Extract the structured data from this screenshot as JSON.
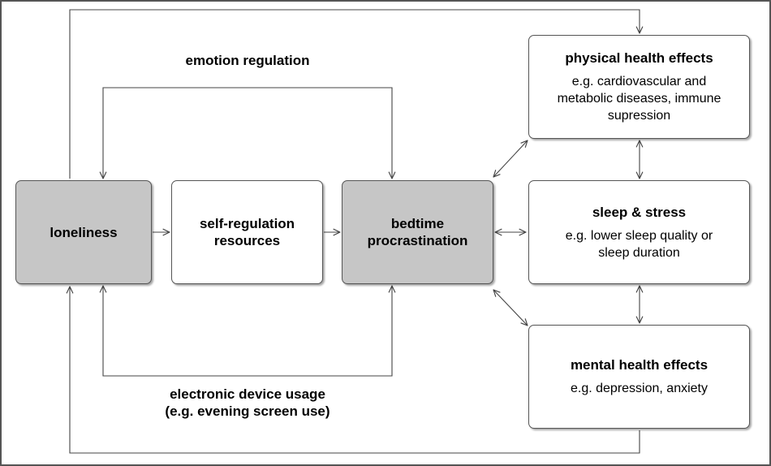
{
  "nodes": {
    "loneliness": {
      "title": "loneliness"
    },
    "self_regulation": {
      "title": "self-regulation\nresources"
    },
    "bedtime": {
      "title": "bedtime\nprocrastination"
    },
    "physical": {
      "title": "physical health effects",
      "detail": "e.g. cardiovascular and\nmetabolic diseases, immune\nsupression"
    },
    "sleep": {
      "title": "sleep & stress",
      "detail": "e.g. lower sleep quality or\nsleep duration"
    },
    "mental": {
      "title": "mental health effects",
      "detail": "e.g. depression, anxiety"
    }
  },
  "labels": {
    "emotion_regulation": "emotion regulation",
    "electronic_device": "electronic device usage\n(e.g. evening screen use)"
  },
  "colors": {
    "shaded_fill": "#c6c6c6",
    "line": "#555555"
  }
}
